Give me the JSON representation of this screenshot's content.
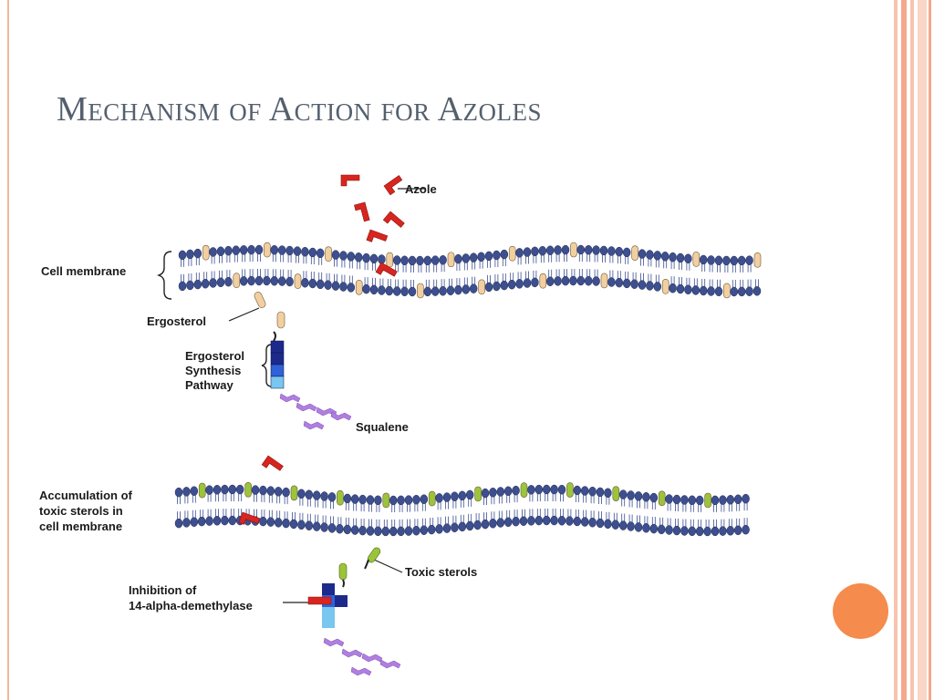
{
  "slide": {
    "title": "Mechanism of Action for Azoles"
  },
  "diagram": {
    "labels": {
      "azole": "Azole",
      "cell_membrane": "Cell membrane",
      "ergosterol": "Ergosterol",
      "pathway_line1": "Ergosterol",
      "pathway_line2": "Synthesis",
      "pathway_line3": "Pathway",
      "squalene": "Squalene",
      "accumulation_line1": "Accumulation of",
      "accumulation_line2": "toxic sterols in",
      "accumulation_line3": "cell membrane",
      "toxic_sterols": "Toxic sterols",
      "inhibition_line1": "Inhibition of",
      "inhibition_line2": "14-alpha-demethylase"
    },
    "colors": {
      "lipid_head": "#3d4f8f",
      "ergosterol": "#f2cfa0",
      "toxic_sterol": "#9cc43a",
      "azole": "#d8251f",
      "pathway_dark": "#1d2a8c",
      "pathway_mid": "#2f62d8",
      "pathway_light": "#79c6f0",
      "squalene": "#b07ee0"
    }
  }
}
